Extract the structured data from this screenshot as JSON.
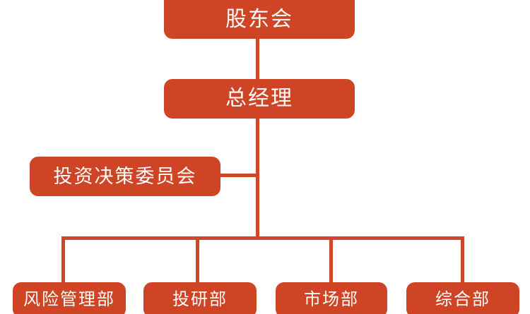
{
  "chart": {
    "type": "org-chart",
    "title": "",
    "accent_color": "#ce4425",
    "line_color": "#d1452a",
    "text_color": "#ffffff",
    "background_color": "#ffffff"
  },
  "nodes": {
    "shareholders": {
      "label": "股东会",
      "level": 0
    },
    "general_manager": {
      "label": "总经理",
      "level": 1
    },
    "investment_committee": {
      "label": "投资决策委员会",
      "level": 2
    },
    "departments": [
      {
        "label": "风险管理部"
      },
      {
        "label": "投研部"
      },
      {
        "label": "市场部"
      },
      {
        "label": "综合部"
      }
    ]
  }
}
